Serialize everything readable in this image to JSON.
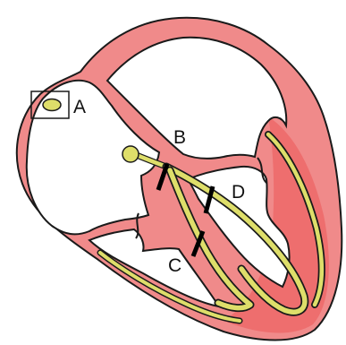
{
  "labels": {
    "a": "A",
    "b": "B",
    "c": "C",
    "d": "D"
  },
  "colors": {
    "muscle": "#f08a8a",
    "muscle_dark": "#ee6e6e",
    "conduction": "#dede6a",
    "outline": "#1a1a1a",
    "chamber": "#ffffff"
  },
  "icons": {
    "sa_node": "oval-node-icon",
    "av_node": "round-node-icon"
  }
}
